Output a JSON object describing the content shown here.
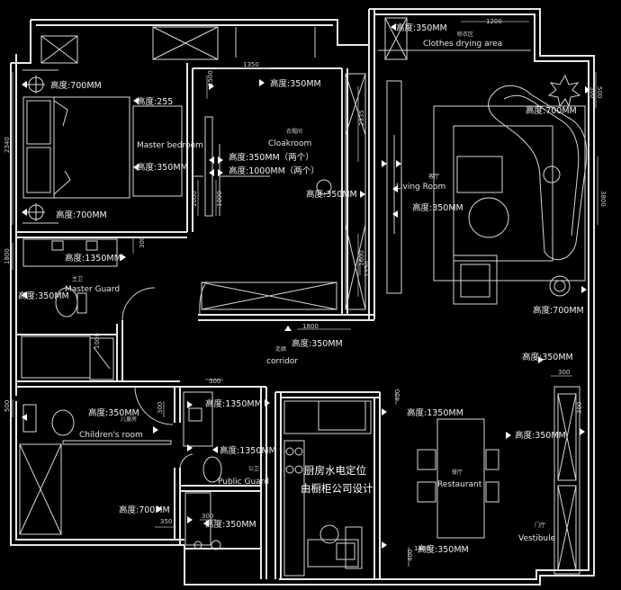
{
  "rooms": {
    "master_bedroom": "Master bedroom",
    "cloakroom": "Cloakroom",
    "cloakroom_cn": "衣帽间",
    "living_room": "Living Room",
    "living_room_cn": "客厅",
    "clothes_drying": "Clothes drying area",
    "clothes_drying_cn": "晾衣区",
    "master_guard": "Master Guard",
    "master_guard_cn": "主卫",
    "corridor": "corridor",
    "corridor_cn": "走廊",
    "childrens_room": "Children's room",
    "childrens_room_cn": "儿童房",
    "public_guard": "Public Guard",
    "public_guard_cn": "公卫",
    "restaurant": "Restaurant",
    "restaurant_cn": "餐厅",
    "vestibule": "Vestibule",
    "vestibule_cn": "门厅"
  },
  "heights": [
    "高度:350MM",
    "高度:700MM",
    "高度:255",
    "高度:350MM",
    "高度:700MM",
    "高度:350MM",
    "高度:350MM（两个）",
    "高度:1000MM（两个）",
    "高度:350MM",
    "高度:700MM",
    "高度:350MM",
    "高度:1350MM",
    "高度:350MM",
    "高度:350MM",
    "高度:700MM",
    "高度:350MM",
    "高度:1350MM",
    "高度:350MM",
    "高度:1350MM",
    "高度:350MM",
    "高度:1350MM",
    "高度:350MM",
    "高度:700MM",
    "高度:350MM"
  ],
  "dimensions": [
    "1200",
    "500",
    "1350",
    "2340",
    "2335",
    "1000",
    "1000",
    "1800",
    "1600",
    "1800",
    "1500",
    "300",
    "1000",
    "500",
    "300",
    "300",
    "400",
    "350",
    "300",
    "400",
    "300",
    "300",
    "1400",
    "2350",
    "500",
    "3800"
  ],
  "note": {
    "line1": "厨房水电定位",
    "line2": "由橱柜公司设计"
  },
  "colors": {
    "background": "#000000",
    "lines": "#e8e8e8",
    "socket": "#ffffff"
  }
}
